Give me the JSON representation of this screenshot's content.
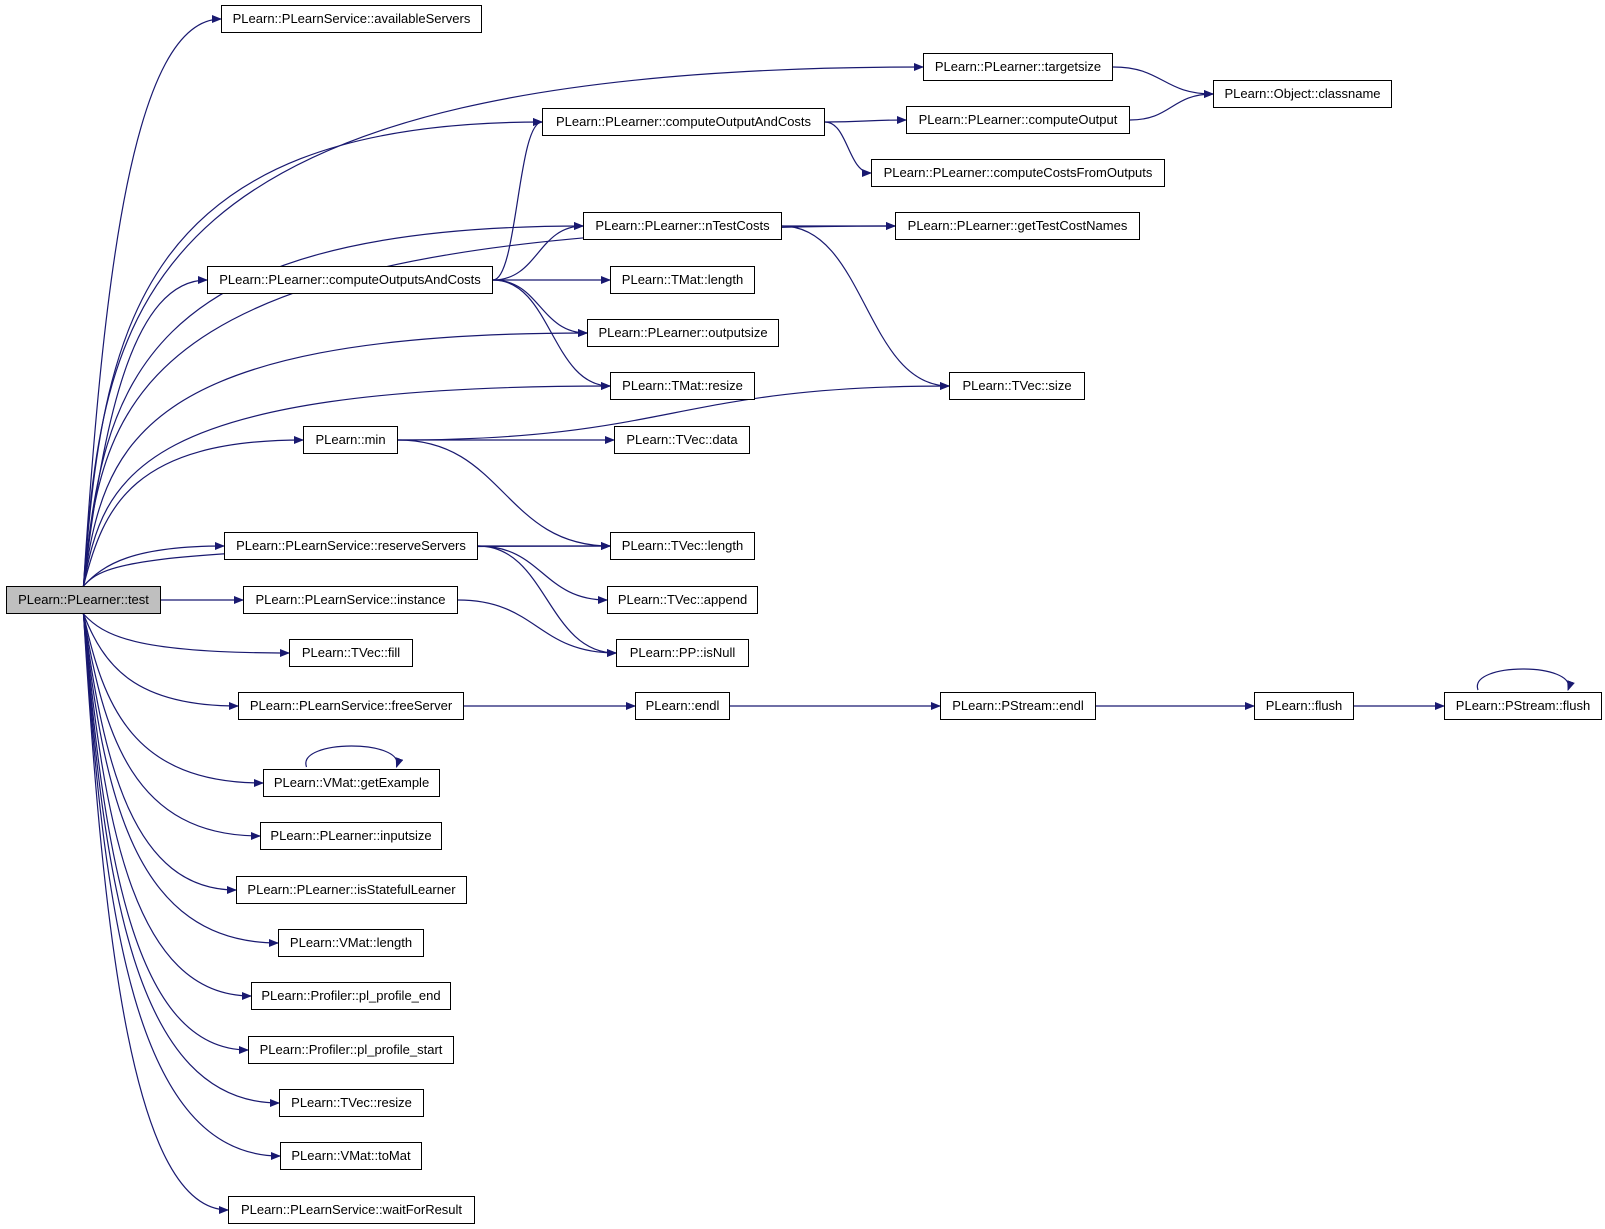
{
  "colors": {
    "edge": "#191970",
    "root_fill": "#bfbfbf",
    "node_fill": "#ffffff",
    "border": "#000000"
  },
  "nodes": {
    "test": "PLearn::PLearner::test",
    "availableServers": "PLearn::PLearnService::availableServers",
    "targetsize": "PLearn::PLearner::targetsize",
    "classname": "PLearn::Object::classname",
    "computeOutputAndCosts": "PLearn::PLearner::computeOutputAndCosts",
    "computeOutput": "PLearn::PLearner::computeOutput",
    "computeCostsFromOutputs": "PLearn::PLearner::computeCostsFromOutputs",
    "nTestCosts": "PLearn::PLearner::nTestCosts",
    "getTestCostNames": "PLearn::PLearner::getTestCostNames",
    "computeOutputsAndCosts": "PLearn::PLearner::computeOutputsAndCosts",
    "tmatLength": "PLearn::TMat::length",
    "outputsize": "PLearn::PLearner::outputsize",
    "tmatResize": "PLearn::TMat::resize",
    "tvecSize": "PLearn::TVec::size",
    "min": "PLearn::min",
    "tvecData": "PLearn::TVec::data",
    "tvecLength": "PLearn::TVec::length",
    "reserveServers": "PLearn::PLearnService::reserveServers",
    "tvecAppend": "PLearn::TVec::append",
    "instance": "PLearn::PLearnService::instance",
    "ppIsNull": "PLearn::PP::isNull",
    "tvecFill": "PLearn::TVec::fill",
    "freeServer": "PLearn::PLearnService::freeServer",
    "endl": "PLearn::endl",
    "pstreamEndl": "PLearn::PStream::endl",
    "flush": "PLearn::flush",
    "pstreamFlush": "PLearn::PStream::flush",
    "getExample": "PLearn::VMat::getExample",
    "inputsize": "PLearn::PLearner::inputsize",
    "isStatefulLearner": "PLearn::PLearner::isStatefulLearner",
    "vmatLength": "PLearn::VMat::length",
    "profileEnd": "PLearn::Profiler::pl_profile_end",
    "profileStart": "PLearn::Profiler::pl_profile_start",
    "tvecResize": "PLearn::TVec::resize",
    "toMat": "PLearn::VMat::toMat",
    "waitForResult": "PLearn::PLearnService::waitForResult"
  },
  "edges": [
    [
      "test",
      "availableServers"
    ],
    [
      "test",
      "targetsize"
    ],
    [
      "test",
      "computeOutputAndCosts"
    ],
    [
      "test",
      "getTestCostNames"
    ],
    [
      "test",
      "nTestCosts"
    ],
    [
      "test",
      "computeOutputsAndCosts"
    ],
    [
      "test",
      "outputsize"
    ],
    [
      "test",
      "tmatResize"
    ],
    [
      "test",
      "min"
    ],
    [
      "test",
      "tvecLength"
    ],
    [
      "test",
      "reserveServers"
    ],
    [
      "test",
      "instance"
    ],
    [
      "test",
      "tvecFill"
    ],
    [
      "test",
      "freeServer"
    ],
    [
      "test",
      "getExample"
    ],
    [
      "test",
      "inputsize"
    ],
    [
      "test",
      "isStatefulLearner"
    ],
    [
      "test",
      "vmatLength"
    ],
    [
      "test",
      "profileEnd"
    ],
    [
      "test",
      "profileStart"
    ],
    [
      "test",
      "tvecResize"
    ],
    [
      "test",
      "toMat"
    ],
    [
      "test",
      "waitForResult"
    ],
    [
      "targetsize",
      "classname"
    ],
    [
      "computeOutputAndCosts",
      "computeOutput"
    ],
    [
      "computeOutputAndCosts",
      "computeCostsFromOutputs"
    ],
    [
      "computeOutput",
      "classname"
    ],
    [
      "nTestCosts",
      "getTestCostNames"
    ],
    [
      "nTestCosts",
      "tvecSize"
    ],
    [
      "computeOutputsAndCosts",
      "computeOutputAndCosts"
    ],
    [
      "computeOutputsAndCosts",
      "nTestCosts"
    ],
    [
      "computeOutputsAndCosts",
      "tmatLength"
    ],
    [
      "computeOutputsAndCosts",
      "outputsize"
    ],
    [
      "computeOutputsAndCosts",
      "tmatResize"
    ],
    [
      "min",
      "tvecData"
    ],
    [
      "min",
      "tvecSize"
    ],
    [
      "min",
      "tvecLength"
    ],
    [
      "reserveServers",
      "tvecLength"
    ],
    [
      "reserveServers",
      "tvecAppend"
    ],
    [
      "reserveServers",
      "ppIsNull"
    ],
    [
      "instance",
      "ppIsNull"
    ],
    [
      "freeServer",
      "endl"
    ],
    [
      "endl",
      "pstreamEndl"
    ],
    [
      "pstreamEndl",
      "flush"
    ],
    [
      "flush",
      "pstreamFlush"
    ],
    [
      "pstreamFlush",
      "pstreamFlush"
    ],
    [
      "getExample",
      "getExample"
    ]
  ]
}
